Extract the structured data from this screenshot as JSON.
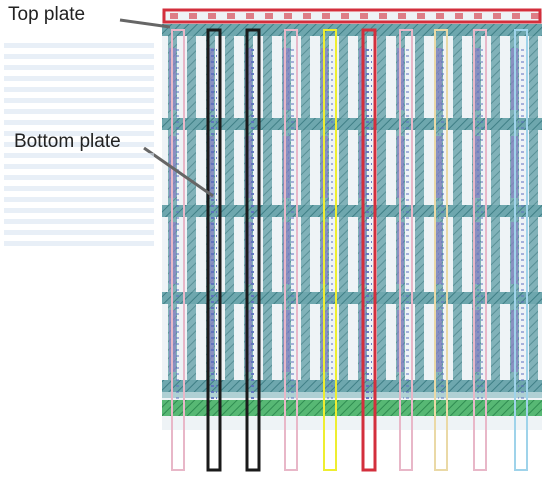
{
  "labels": {
    "top_plate": "Top plate",
    "bottom_plate": "Bottom plate"
  },
  "colors": {
    "background": "#ffffff",
    "metal_grid": "#5a94a0",
    "metal_hatch": "#3f7f86",
    "via_stripe": "#8c82c4",
    "pink_outline": "#e8b7c8",
    "red_top_plate": "#d32f3c",
    "black_bottom_plate": "#1a1a1a",
    "yellow_plate": "#eeee30",
    "cream_plate": "#ead9a6",
    "blue_plate": "#9fd3ea",
    "green_band": "#3fae63",
    "arrow": "#666666"
  },
  "diagram": {
    "plate_order": [
      "pink",
      "black",
      "black",
      "pink",
      "yellow",
      "red",
      "pink",
      "cream",
      "pink",
      "blue",
      "red"
    ],
    "plate_count": 11
  }
}
